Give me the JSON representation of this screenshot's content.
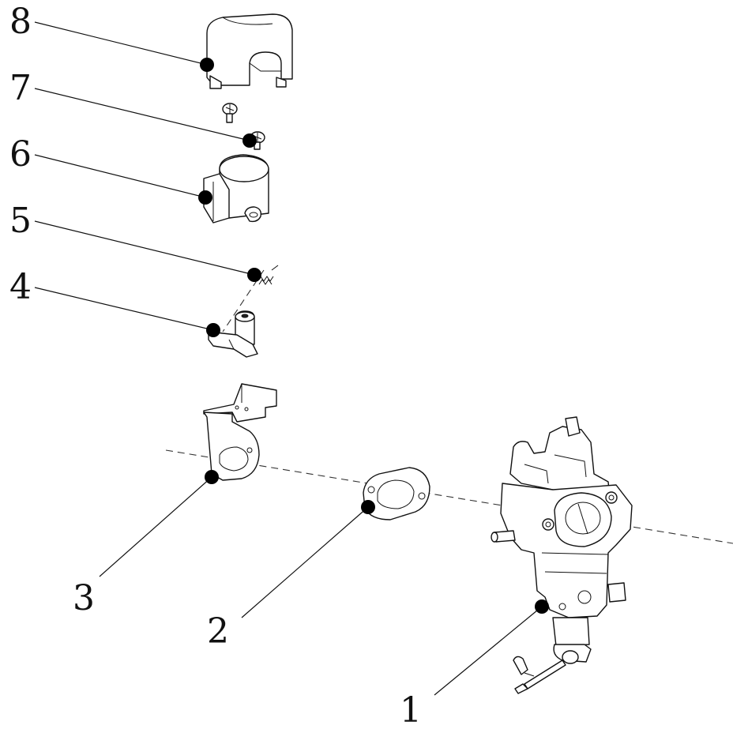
{
  "diagram": {
    "type": "exploded-parts-view",
    "callouts": [
      {
        "number": "1",
        "part": "carburetor-assembly"
      },
      {
        "number": "2",
        "part": "carburetor-gasket"
      },
      {
        "number": "3",
        "part": "mounting-bracket"
      },
      {
        "number": "4",
        "part": "choke-lever"
      },
      {
        "number": "5",
        "part": "return-spring"
      },
      {
        "number": "6",
        "part": "choke-solenoid"
      },
      {
        "number": "7",
        "part": "screws"
      },
      {
        "number": "8",
        "part": "solenoid-cover"
      }
    ],
    "colors": {
      "line": "#111111",
      "callout_dot": "#000000",
      "background": "#ffffff"
    }
  }
}
